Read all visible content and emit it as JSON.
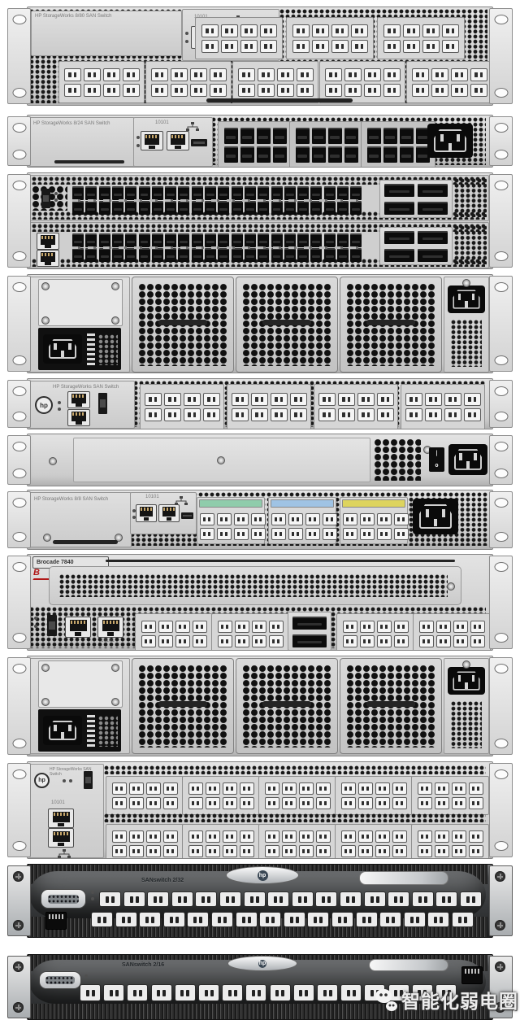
{
  "watermark": {
    "text": "智能化弱电圈"
  },
  "logos": {
    "hp": "hp"
  },
  "devices": [
    {
      "name": "hp-storageworks-8-80-san-switch-front",
      "kind": "front2u",
      "label": "HP StorageWorks 8/80 SAN Switch",
      "console": "10101",
      "port_type": "LC",
      "port_banks_row1": 3,
      "port_banks_row2": 5,
      "ports_per_bank": 8
    },
    {
      "name": "hp-storageworks-8-24-san-switch-front",
      "kind": "front1u_sfp",
      "label": "HP StorageWorks 8/24 SAN Switch",
      "console": "10101",
      "sfp_groups": 3,
      "ports_per_group": 8
    },
    {
      "name": "dense-port-san-director-front",
      "kind": "dense2u",
      "port_rows": 2,
      "sfp_per_row": 44,
      "qsfp_ports_per_row": 4
    },
    {
      "name": "san-switch-rear-fan-view",
      "kind": "rear2u",
      "fan_modules": 3,
      "power_supplies": 2
    },
    {
      "name": "hp-storageworks-san-switch-front",
      "kind": "front1u_lc",
      "label": "HP StorageWorks SAN Switch",
      "lc_groups": 4,
      "ports_per_group": 8
    },
    {
      "name": "san-switch-rear-blank-view",
      "kind": "rear1u",
      "power_supplies": 1
    },
    {
      "name": "hp-storageworks-8-8-san-switch-front",
      "kind": "front1u_color",
      "label": "HP StorageWorks 8/8 SAN Switch",
      "console": "10101",
      "group_colors": [
        "#8fccab",
        "#9fc3e4",
        "#ddd45e"
      ],
      "ports_per_group": 8
    },
    {
      "name": "brocade-7840-extension-switch-front",
      "kind": "brocade2u",
      "label": "Brocade 7840",
      "console": "10101",
      "lc_groups": 4,
      "ports_per_group": 8,
      "qsfp_ports": 2
    },
    {
      "name": "san-switch-rear-fan-view-2",
      "kind": "rear2u",
      "fan_modules": 3,
      "power_supplies": 2
    },
    {
      "name": "hp-storageworks-b-series-san-switch-front",
      "kind": "front2u_b",
      "label": "HP StorageWorks SAN Switch",
      "console": "10101",
      "port_rows": 2,
      "lc_groups_per_row": 5,
      "ports_per_group": 8
    },
    {
      "name": "hp-sanswitch-2-32-front",
      "kind": "dark2u",
      "label": "SANswitch 2/32",
      "port_rows": 2,
      "ports_per_row": 16
    },
    {
      "name": "hp-sanswitch-2-16-front",
      "kind": "dark1u",
      "label": "SANswitch 2/16",
      "ports": 16
    }
  ]
}
